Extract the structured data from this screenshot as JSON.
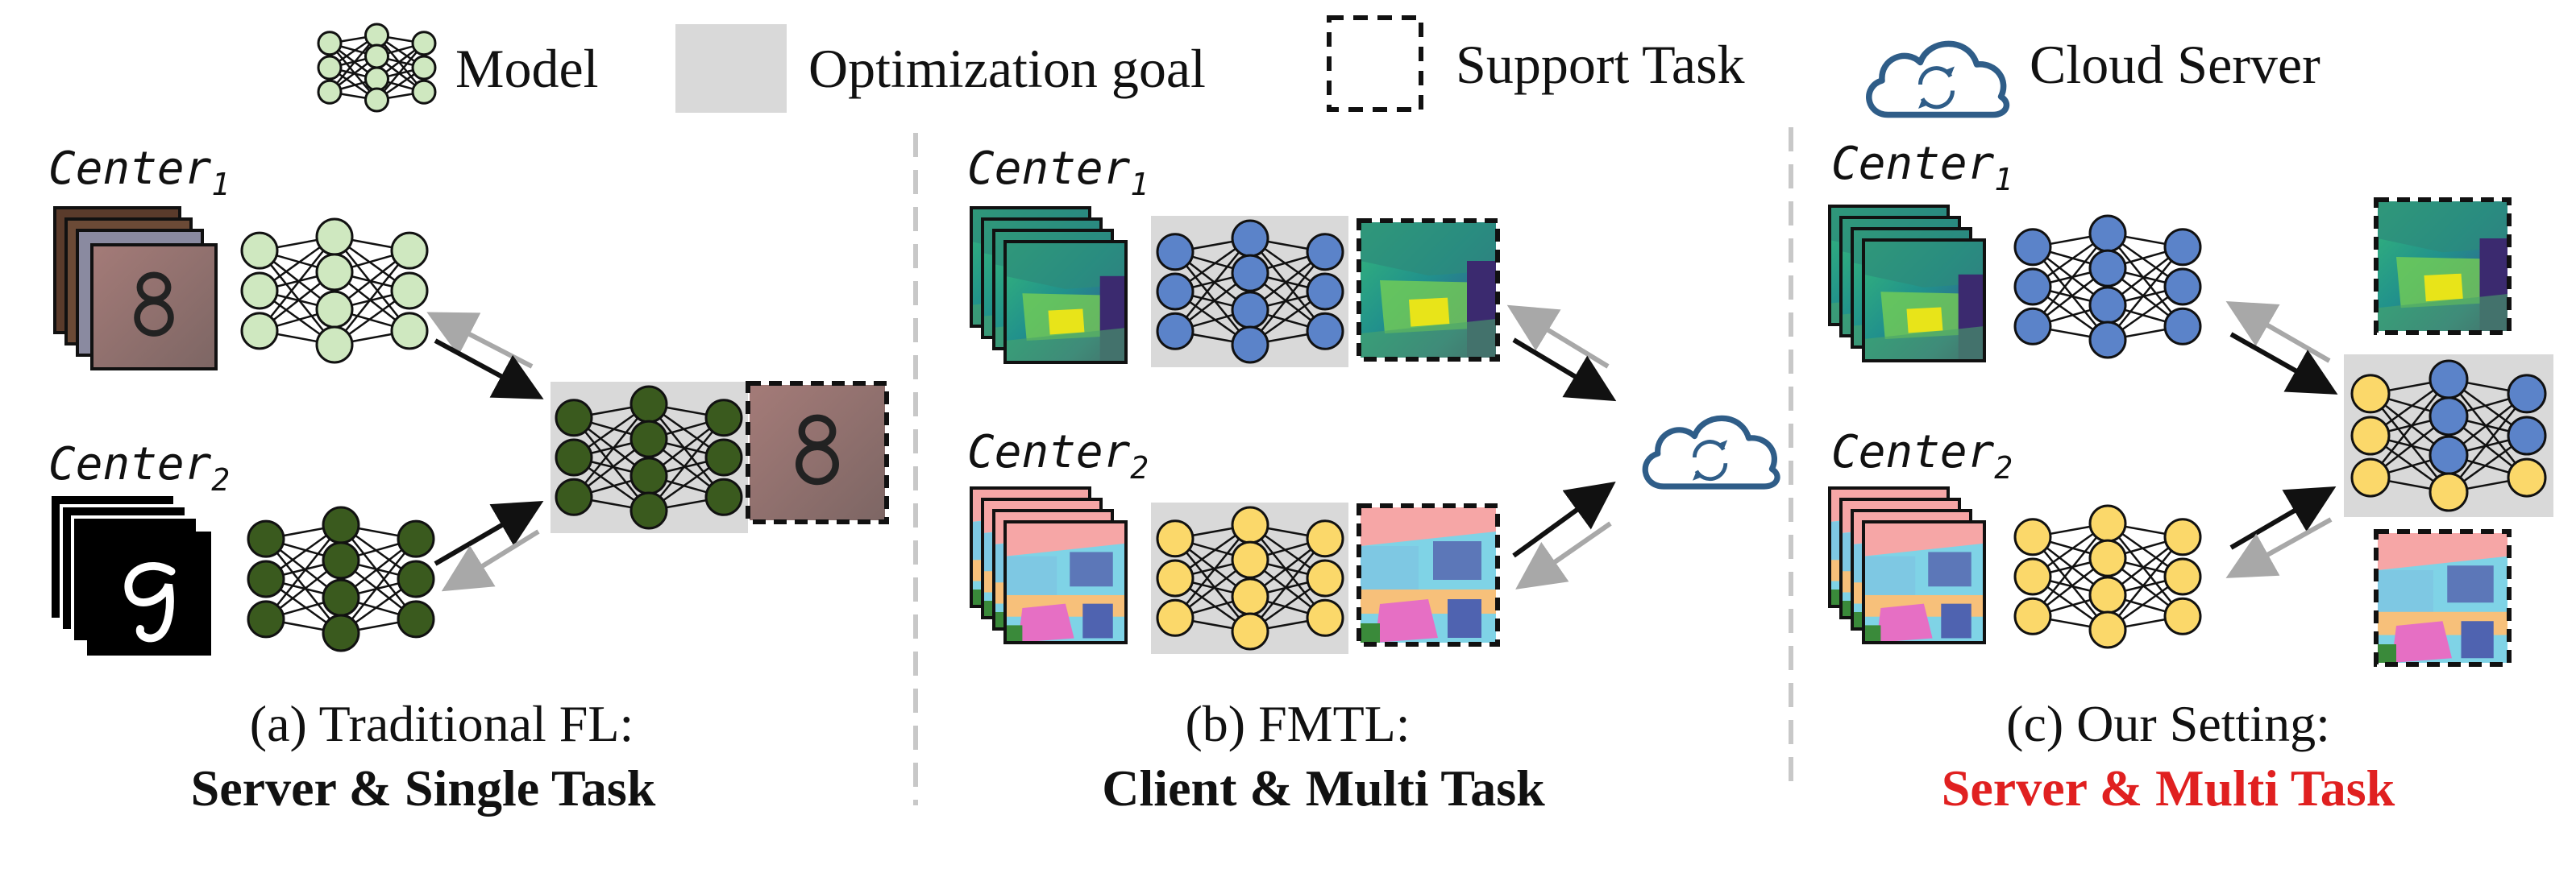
{
  "legend": {
    "model": "Model",
    "optimization_goal": "Optimization goal",
    "support_task": "Support Task",
    "cloud_server": "Cloud Server"
  },
  "panels": [
    {
      "id": "a",
      "center1": "Center",
      "center1_sub": "1",
      "center2": "Center",
      "center2_sub": "2",
      "caption_line1": "(a) Traditional FL:",
      "caption_line2": "Server & Single Task"
    },
    {
      "id": "b",
      "center1": "Center",
      "center1_sub": "1",
      "center2": "Center",
      "center2_sub": "2",
      "caption_line1": "(b) FMTL:",
      "caption_line2": "Client & Multi Task"
    },
    {
      "id": "c",
      "center1": "Center",
      "center1_sub": "1",
      "center2": "Center",
      "center2_sub": "2",
      "caption_line1": "(c) Our Setting:",
      "caption_line2": "Server & Multi Task"
    }
  ],
  "colors": {
    "light_green": "#cfe8c0",
    "dark_green": "#3a5a1e",
    "blue": "#5b83c9",
    "yellow": "#fbd86a",
    "gray_box": "#d9d9d9",
    "cloud": "#2f5d88",
    "highlight_red": "#e02020",
    "divider": "#c8c8c8"
  }
}
